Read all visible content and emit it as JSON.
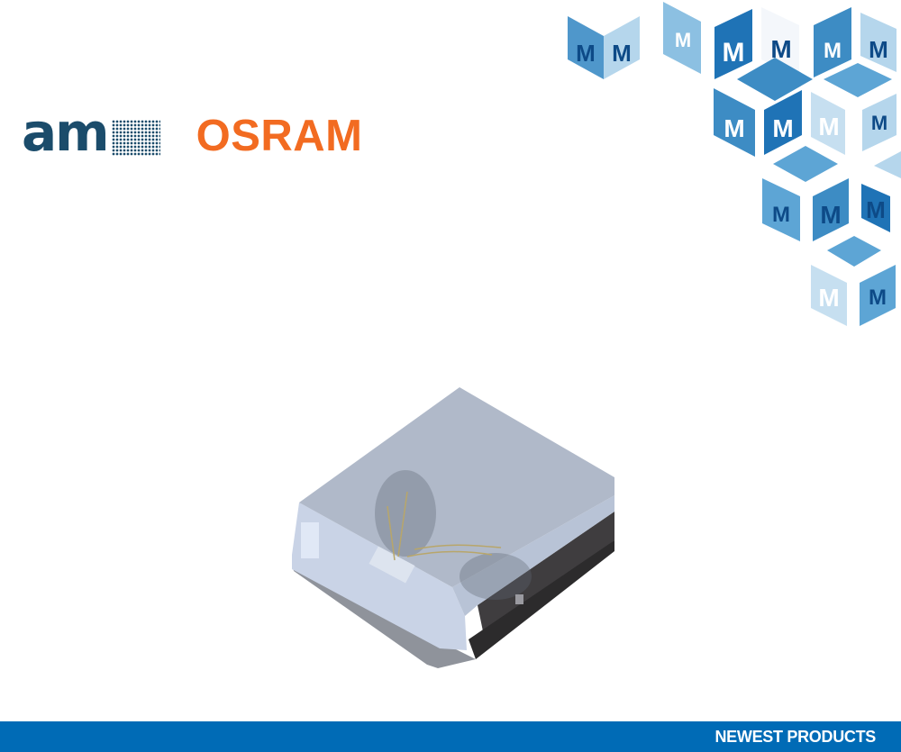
{
  "brand": {
    "logo1_text": "am",
    "logo1_color": "#1b4c6b",
    "logo2_text": "OSRAM",
    "logo2_color": "#f26b21"
  },
  "decoration": {
    "cube_letter": "M",
    "cube_colors": [
      "#3d8cc4",
      "#8cc0e2",
      "#c6dff0",
      "#1f73b6",
      "#0d4a87"
    ]
  },
  "banner": {
    "label": "NEWEST PRODUCTS",
    "color": "#006bb6"
  }
}
